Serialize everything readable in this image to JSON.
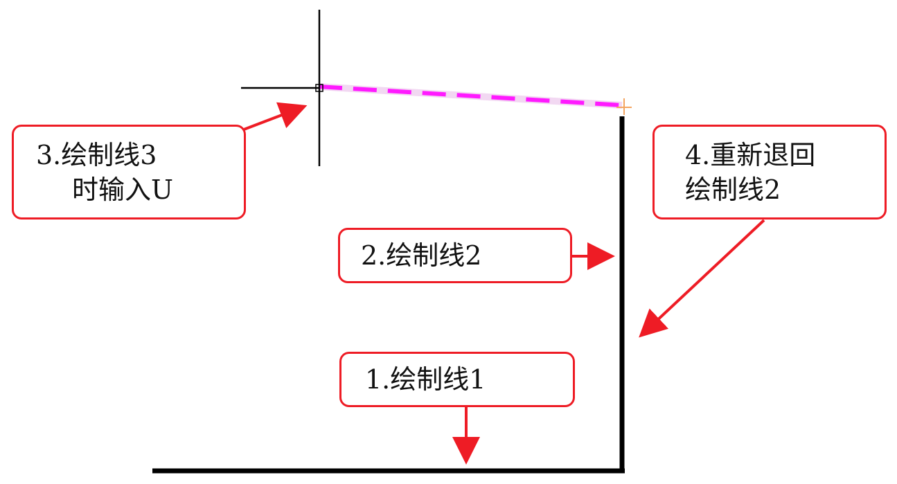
{
  "colors": {
    "background": "#ffffff",
    "callout_border": "#ee1c25",
    "arrow": "#ee1c25",
    "line_drawn": "#000000",
    "line_preview": "#ff1aff",
    "snap_marker": "#f4a460"
  },
  "callouts": {
    "step1": {
      "text": "1.绘制线1"
    },
    "step2": {
      "text": "2.绘制线2"
    },
    "step3": {
      "line1": "3.绘制线3",
      "line2": "时输入U"
    },
    "step4": {
      "line1": "4.重新退回",
      "line2": "绘制线2"
    }
  },
  "icons": {
    "cursor": "crosshair-cursor-icon",
    "snap": "endpoint-snap-marker-icon"
  }
}
